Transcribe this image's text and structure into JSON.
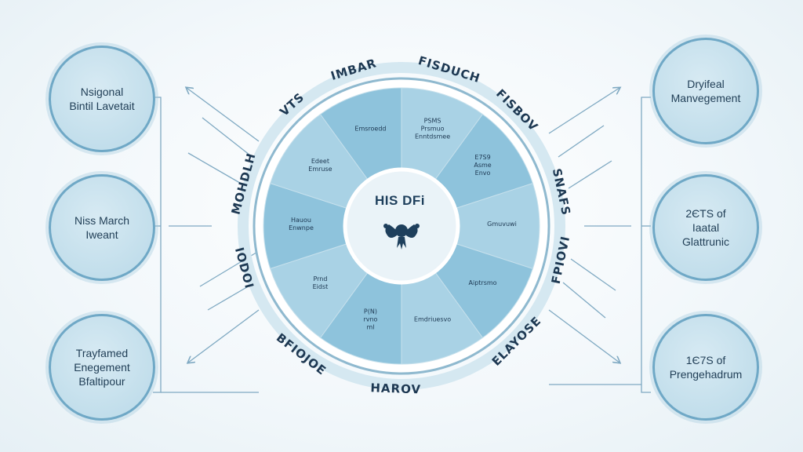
{
  "hub": {
    "title": "HIS DFi",
    "emblem_icon": "creature-emblem-icon"
  },
  "left_nodes": [
    {
      "lines": [
        "Nsigonal",
        "Bintil Lavetait"
      ]
    },
    {
      "lines": [
        "Niss March",
        "Iweant"
      ]
    },
    {
      "lines": [
        "Trayfamed",
        "Enegement",
        "Bfaltipour"
      ]
    }
  ],
  "right_nodes": [
    {
      "lines": [
        "Dryifeal",
        "Manvegement"
      ]
    },
    {
      "lines": [
        "2ЄTS of",
        "Iaatal",
        "Glattrunic"
      ]
    },
    {
      "lines": [
        "1Є7S of",
        "Prengehadrum"
      ]
    }
  ],
  "ring_labels": {
    "top_left": "IMBAR",
    "top_right": "FISDUCH",
    "upper_left": "VTS",
    "upper_right": "FISBOV",
    "left_upper": "MOHDLH",
    "right_upper": "SNAFS",
    "left_lower": "IODOI",
    "right_lower": "FPIOVI",
    "lower_left": "BFIOJOE",
    "lower_right": "ELAYOSE",
    "bottom": "HAROV"
  },
  "segment_labels": [
    {
      "lines": [
        "PSMS",
        "Prsmuo",
        "Enntdsmee"
      ]
    },
    {
      "lines": [
        "E7S9",
        "Asme",
        "Envo"
      ]
    },
    {
      "lines": [
        "Gmuvuwi"
      ]
    },
    {
      "lines": [
        "Aiptrsmo"
      ]
    },
    {
      "lines": [
        "Emdriuesvo"
      ]
    },
    {
      "lines": [
        "P(N)",
        "rvno",
        "ml"
      ]
    },
    {
      "lines": [
        "Prnd",
        "Eidst"
      ]
    },
    {
      "lines": [
        "Hauou",
        "Enwnpe"
      ]
    },
    {
      "lines": [
        "Edeet",
        "Emruse"
      ]
    },
    {
      "lines": [
        "Emsroedd"
      ]
    }
  ],
  "colors": {
    "ring_border": "#8fb9cf",
    "segment_light": "#a9d2e5",
    "segment_dark": "#8ec3dc",
    "hub_fill": "#eaf3f8",
    "connector": "#7fa9c2",
    "text_dark": "#1d3852"
  }
}
